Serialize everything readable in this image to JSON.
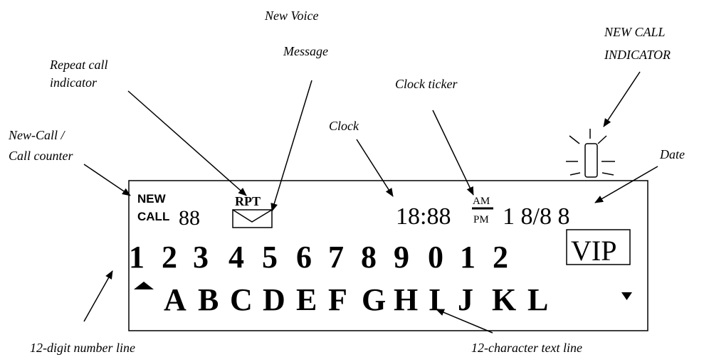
{
  "callouts": {
    "new_voice_line1": "New Voice",
    "new_voice_line2": "Message",
    "repeat_line1": "Repeat call",
    "repeat_line2": "indicator",
    "clock_ticker": "Clock ticker",
    "clock": "Clock",
    "new_call_ind_line1": "NEW CALL",
    "new_call_ind_line2": "INDICATOR",
    "counter_line1": "New-Call /",
    "counter_line2": "Call counter",
    "date": "Date",
    "number_line": "12-digit number line",
    "text_line": "12-character text line"
  },
  "display": {
    "new_label": "NEW",
    "call_label": "CALL",
    "counter_digits": "88",
    "rpt_label": "RPT",
    "clock_value": "18:88",
    "am_label": "AM",
    "pm_label": "PM",
    "date_value": "1 8/8 8",
    "vip_label": "VIP",
    "digits": [
      "1",
      "2",
      "3",
      "4",
      "5",
      "6",
      "7",
      "8",
      "9",
      "0",
      "1",
      "2"
    ],
    "letters": [
      "A",
      "B",
      "C",
      "D",
      "E",
      "F",
      "G",
      "H",
      "I",
      "J",
      "K",
      "L"
    ]
  }
}
